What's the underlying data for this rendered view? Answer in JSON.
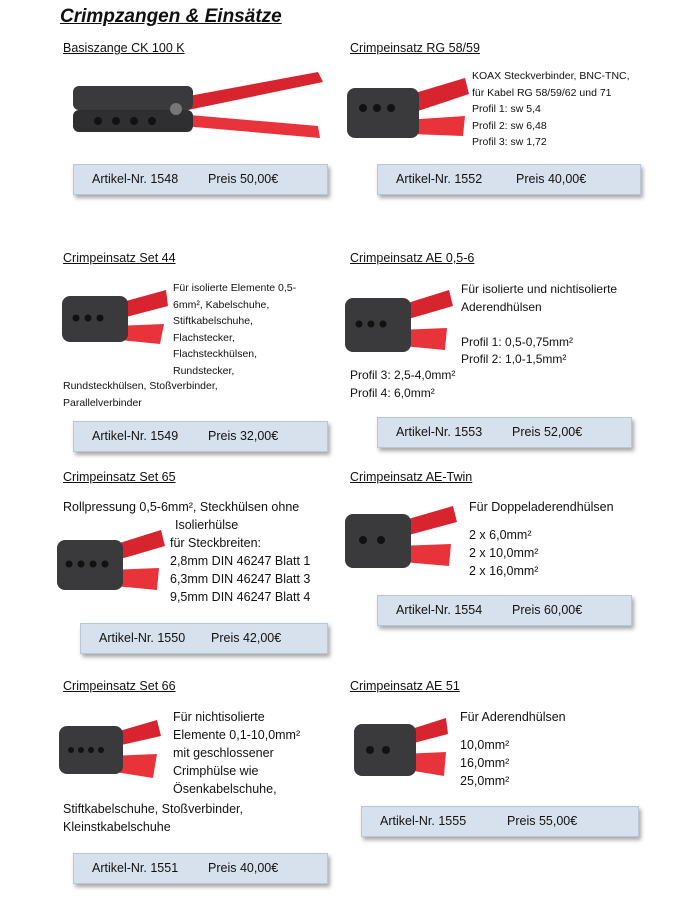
{
  "page_title": "Crimpzangen & Einsätze",
  "products": [
    {
      "id": "ck100",
      "title": "Basiszange CK 100 K",
      "description": [],
      "article": "Artikel-Nr. 1548",
      "price": "Preis 50,00€"
    },
    {
      "id": "rg58",
      "title": "Crimpeinsatz RG 58/59",
      "description": [
        "KOAX Steckverbinder, BNC-TNC,",
        "für Kabel RG 58/59/62 und 71",
        "Profil 1: sw 5,4",
        "Profil 2: sw 6,48",
        "Profil 3: sw  1,72"
      ],
      "article": "Artikel-Nr. 1552",
      "price": "Preis 40,00€"
    },
    {
      "id": "set44",
      "title": "Crimpeinsatz Set 44",
      "description": [
        "Für isolierte Elemente 0,5-",
        "6mm², Kabelschuhe,",
        "Stiftkabelschuhe,",
        "Flachstecker,",
        "Flachsteckhülsen,",
        "Rundstecker,",
        "Rundsteckhülsen, Stoßverbinder,",
        "Parallelverbinder"
      ],
      "article": "Artikel-Nr. 1549",
      "price": "Preis 32,00€"
    },
    {
      "id": "ae056",
      "title": "Crimpeinsatz AE 0,5-6",
      "description": [
        "Für isolierte und nichtisolierte",
        "Aderendhülsen",
        "",
        "Profil 1: 0,5-0,75mm²",
        "Profil 2: 1,0-1,5mm²",
        "Profil 3: 2,5-4,0mm²",
        "Profil 4: 6,0mm²"
      ],
      "article": "Artikel-Nr. 1553",
      "price": "Preis 52,00€"
    },
    {
      "id": "set65",
      "title": "Crimpeinsatz Set 65",
      "description": [
        "Rollpressung 0,5-6mm², Steckhülsen ohne",
        "Isolierhülse",
        "für Steckbreiten:",
        "2,8mm DIN 46247 Blatt 1",
        "6,3mm DIN 46247 Blatt 3",
        "9,5mm DIN 46247 Blatt 4"
      ],
      "article": "Artikel-Nr. 1550",
      "price": "Preis 42,00€"
    },
    {
      "id": "aetwin",
      "title": "Crimpeinsatz AE-Twin",
      "description": [
        "Für Doppeladerendhülsen",
        "",
        "2 x 6,0mm²",
        "2 x 10,0mm²",
        "2 x 16,0mm²"
      ],
      "article": "Artikel-Nr. 1554",
      "price": "Preis 60,00€"
    },
    {
      "id": "set66",
      "title": "Crimpeinsatz Set 66",
      "description": [
        "Für nichtisolierte",
        "Elemente 0,1-10,0mm²",
        "mit geschlossener",
        "Crimphülse wie",
        "Ösenkabelschuhe,",
        "Stiftkabelschuhe, Stoßverbinder,",
        "Kleinstkabelschuhe"
      ],
      "article": "Artikel-Nr. 1551",
      "price": "Preis 40,00€"
    },
    {
      "id": "ae51",
      "title": "Crimpeinsatz AE 51",
      "description": [
        "Für Aderendhülsen",
        "",
        "10,0mm²",
        "16,0mm²",
        "25,0mm²"
      ],
      "article": "Artikel-Nr. 1555",
      "price": "Preis 55,00€"
    }
  ],
  "colors": {
    "handle": "#e8333a",
    "metal": "#3b3b3d",
    "bar": "#d7e1ee"
  }
}
